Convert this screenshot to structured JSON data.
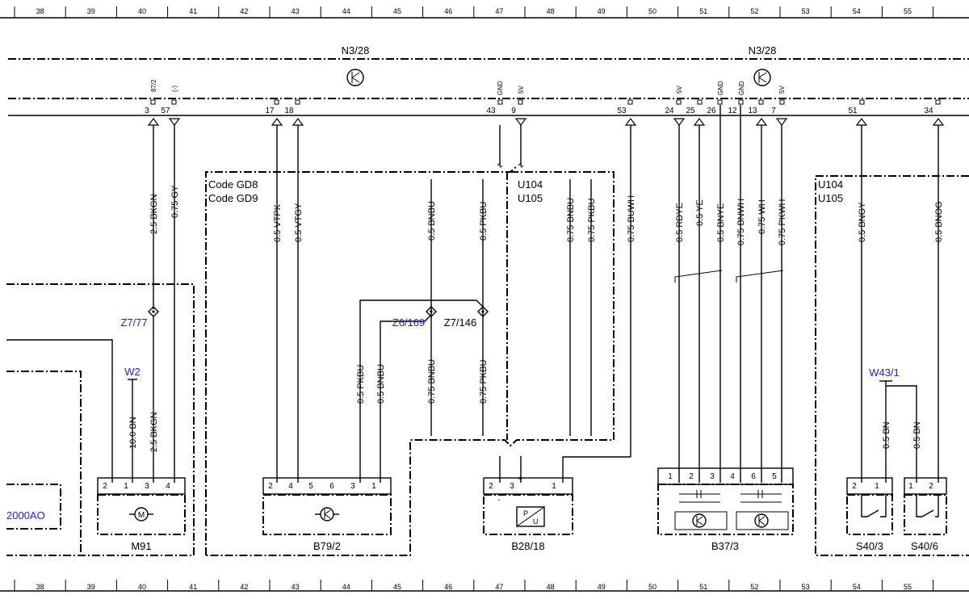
{
  "ruler": {
    "columns": [
      "38",
      "39",
      "40",
      "41",
      "42",
      "43",
      "44",
      "45",
      "46",
      "47",
      "48",
      "49",
      "50",
      "51",
      "52",
      "53",
      "54",
      "55"
    ]
  },
  "module_label": "N3/28",
  "pins": {
    "p3": "3",
    "p57": "57",
    "p87_2": "87/2",
    "pminus": "(-)",
    "p17": "17",
    "p18": "18",
    "p43": "43",
    "pgnd1": "GND",
    "p9": "9",
    "p5v1": "5V",
    "p53": "53",
    "p24": "24",
    "p5v2": "5V",
    "p25": "25",
    "p26": "26",
    "pgnd2": "GND",
    "p12": "12",
    "pgnd3": "GND",
    "p13": "13",
    "p7": "7",
    "p5v3": "5V",
    "p51": "51",
    "p34": "34"
  },
  "codes": {
    "gd8": "Code GD8",
    "gd9": "Code GD9",
    "u104": "U104",
    "u105": "U105"
  },
  "wires": {
    "w_25bkgn": "2.5 BKGN",
    "w_075gy": "0.75 GY",
    "w_05vtpk": "0.5 VTPK",
    "w_05vtgy": "0.5 VTGY",
    "w_05bnbu": "0.5 BNBU",
    "w_05pkbu": "0.5 PKBU",
    "w_075bnbu": "0.75 BNBU",
    "w_075pkbu": "0.75 PKBU",
    "w_075buwh": "0.75 BUWH",
    "w_05rdye": "0.5 RDYE",
    "w_05ye": "0.5 YE",
    "w_05bnye": "0.5 BNYE",
    "w_075bnwh": "0.75 BNWH",
    "w_075wh": "0.75 WH",
    "w_075pkwh": "0.75 PKWH",
    "w_05bngy": "0.5 BNGY",
    "w_05bnog": "0.5 BNOG",
    "w_10bn": "10.0 BN",
    "w_05bn": "0.5 BN"
  },
  "refs": {
    "z777": "Z7/77",
    "w2": "W2",
    "z6169": "Z6/169",
    "z7146": "Z7/146",
    "w431": "W43/1",
    "ao": "2000AO"
  },
  "components": {
    "m91": "M91",
    "b792": "B79/2",
    "b2818": "B28/18",
    "b373": "B37/3",
    "s403": "S40/3",
    "s406": "S40/6"
  },
  "connector_pins": {
    "m91": [
      "2",
      "1",
      "3",
      "4"
    ],
    "b792": [
      "2",
      "4",
      "5",
      "6",
      "3",
      "1"
    ],
    "b2818": [
      "2",
      "3",
      "1"
    ],
    "b373": [
      "1",
      "2",
      "3",
      "4",
      "6",
      "5"
    ],
    "s403": [
      "2",
      "1"
    ],
    "s406": [
      "1",
      "2"
    ]
  },
  "signs": {
    "minus": "-",
    "plus": "+",
    "pu_p": "P",
    "pu_u": "U"
  }
}
